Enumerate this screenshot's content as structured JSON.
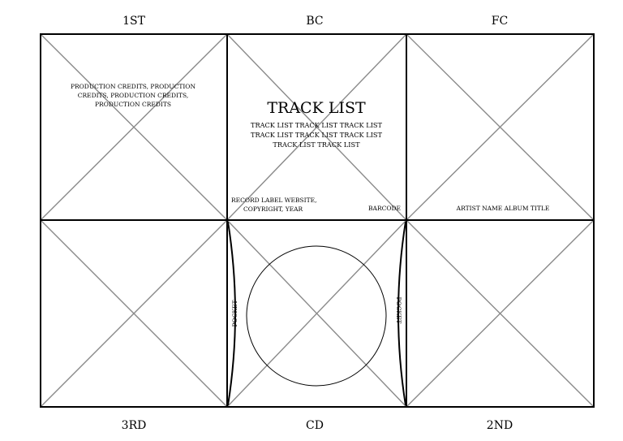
{
  "panels": {
    "top_left": "1ST",
    "top_mid": "BC",
    "top_right": "FC",
    "bottom_left": "3RD",
    "bottom_mid": "CD",
    "bottom_right": "2ND"
  },
  "credits": {
    "line1": "PRODUCTION CREDITS, PRODUCTION",
    "line2": "CREDITS, PRODUCTION CREDITS,",
    "line3": "PRODUCTION CREDITS"
  },
  "track_list": {
    "title": "TRACK LIST",
    "line1": "TRACK LIST TRACK LIST TRACK LIST",
    "line2": "TRACK LIST TRACK LIST TRACK LIST",
    "line3": "TRACK LIST TRACK LIST"
  },
  "label_info": {
    "line1": "RECORD LABEL WEBSITE,",
    "line2": "COPYRIGHT, YEAR"
  },
  "barcode": "BARCODE",
  "front_cover": "ARTIST NAME ALBUM TITLE",
  "pocket_left": "POCKET",
  "pocket_right": "POCKET"
}
